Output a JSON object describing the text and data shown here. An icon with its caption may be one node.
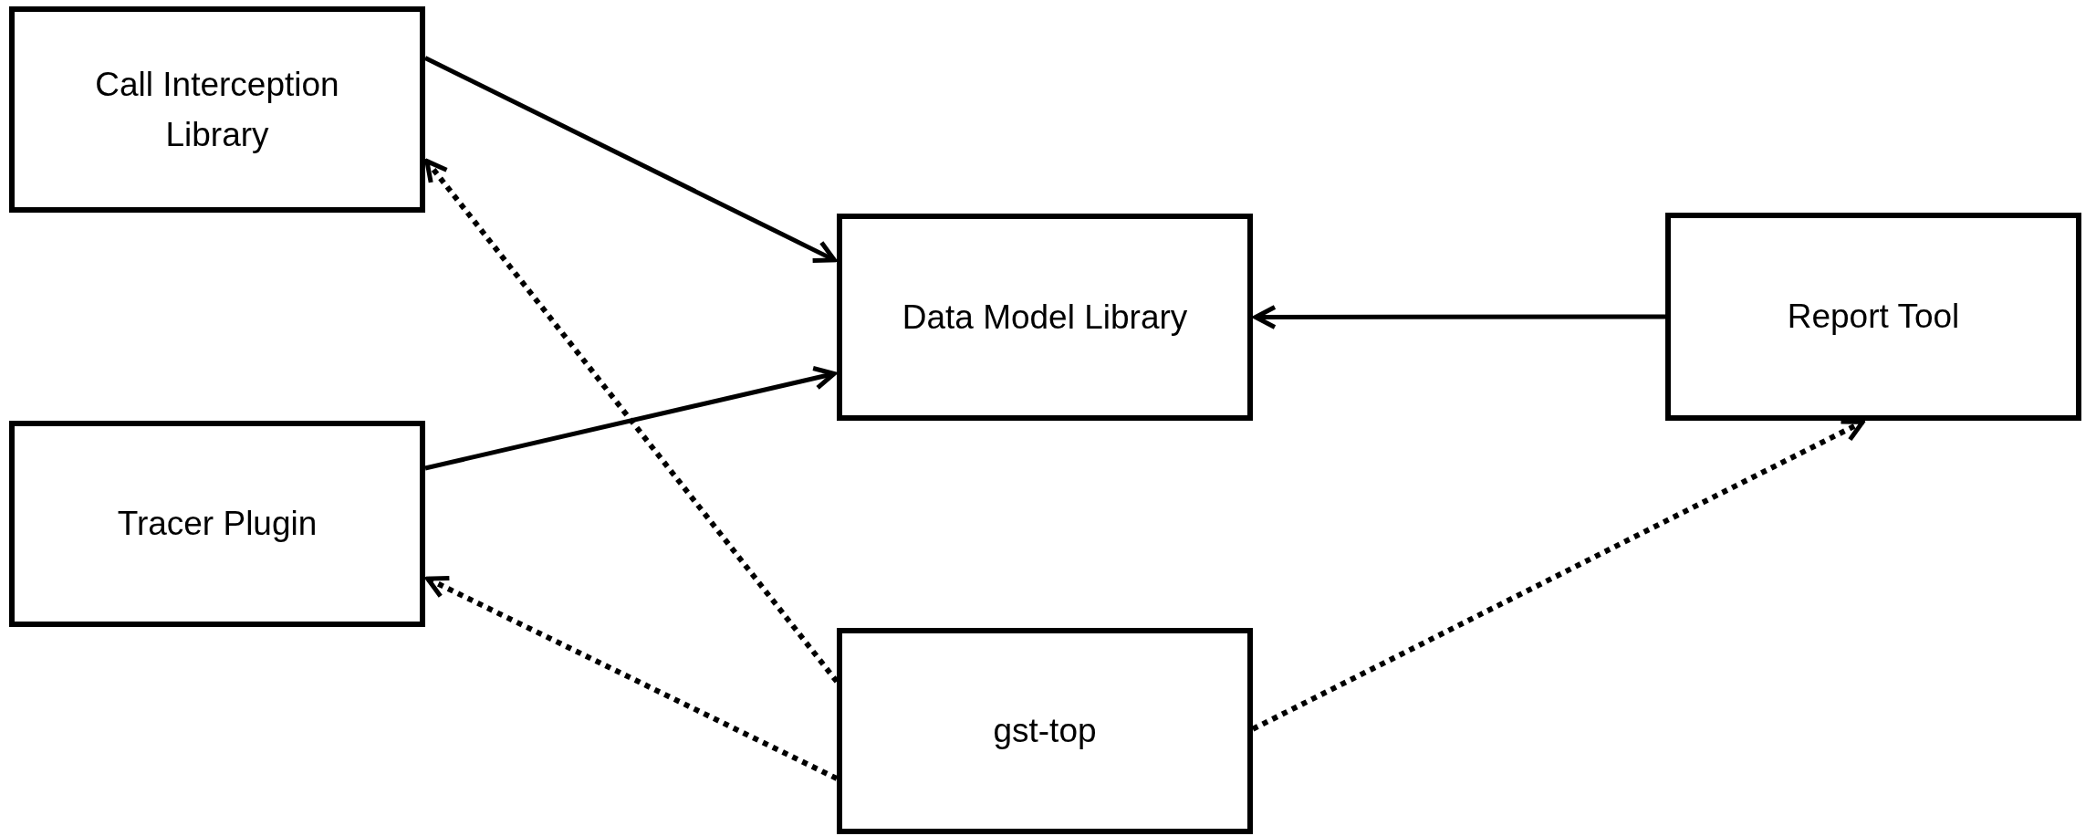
{
  "diagram": {
    "nodes": [
      {
        "text": [
          "Call Interception Library"
        ]
      },
      {
        "text": [
          "Tracer Plugin"
        ]
      },
      {
        "text": [
          "Data Model Library"
        ]
      },
      {
        "text": [
          "Report Tool"
        ]
      },
      {
        "text": [
          "gst-top"
        ]
      }
    ],
    "edges": [
      {
        "from": 0,
        "to": 2,
        "arrow": "to"
      },
      {
        "from": 1,
        "to": 2,
        "arrow": "to"
      },
      {
        "from": 3,
        "to": 2,
        "arrow": "to"
      },
      {
        "from": 4,
        "to": 0,
        "arrow": "to",
        "style": "dashed"
      },
      {
        "from": 4,
        "to": 1,
        "arrow": "to",
        "style": "dashed"
      },
      {
        "from": 4,
        "to": 3,
        "arrow": "to",
        "style": "dashed"
      }
    ]
  }
}
